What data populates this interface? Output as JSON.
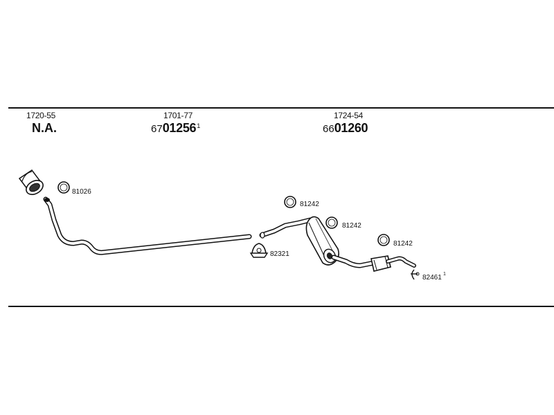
{
  "header": {
    "col1": {
      "code": "1720-55",
      "part": "N.A."
    },
    "col2": {
      "code": "1701-77",
      "part_prefix": "67",
      "part_main": "01256",
      "part_sup": "1"
    },
    "col3": {
      "code": "1724-54",
      "part_prefix": "66",
      "part_main": "01260"
    }
  },
  "labels": {
    "clamp_ring_front": "81026",
    "gasket_mid_top": "81242",
    "gasket_mid_right": "81242",
    "gasket_rear": "81242",
    "clamp_u": "82321",
    "hanger": "82461",
    "hanger_sup": "1"
  }
}
